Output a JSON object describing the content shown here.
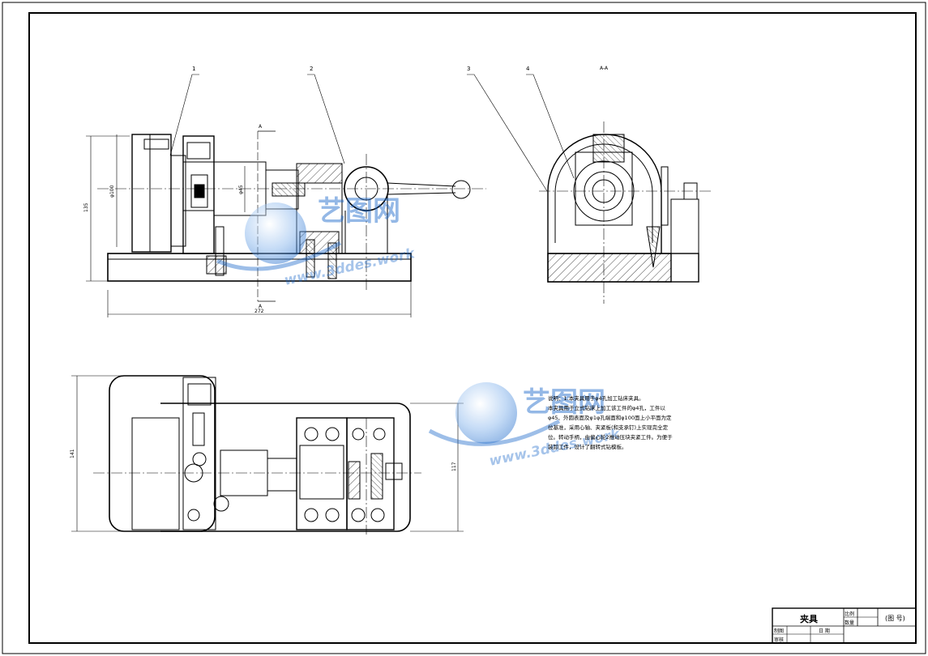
{
  "drawing": {
    "balloons": [
      "1",
      "2",
      "3",
      "4"
    ],
    "section_mark_top": "A",
    "section_mark_bottom": "A",
    "section_view_label": "A-A",
    "dimensions": {
      "height_front": "135",
      "diameter_left": "φ100",
      "diameter_center": "φ45",
      "length_front": "272",
      "height_top": "141",
      "length_top": "117"
    }
  },
  "notes": {
    "lines": [
      "说明：1.本夹具用于φ4孔加工钻床夹具。",
      "本夹具用于立式钻床上加工该工件的φ4孔，工件以",
      "φ45、外圆表面及φ1φ孔端面和φ100面上小平面为定",
      "位基准，采用心轴、夹紧板(和支承钉)上实现完全定",
      "位。转动手柄，由偏心轮2推动压块夹紧工件。为便于",
      "装卸工件，设计了翻转式钻模板。"
    ]
  },
  "watermark": {
    "text_cn": "艺图网",
    "text_en": "www.3ddes.work"
  },
  "title_block": {
    "name": "夹具",
    "scale_label": "比例",
    "quantity_label": "数量",
    "drawing_no": "(图 号)",
    "designer_label": "制图",
    "checker_label": "审核",
    "date_label": "日 期"
  },
  "colors": {
    "line": "#000000",
    "watermark": "#1a67c9",
    "watermark_light": "#8fb6e6"
  }
}
